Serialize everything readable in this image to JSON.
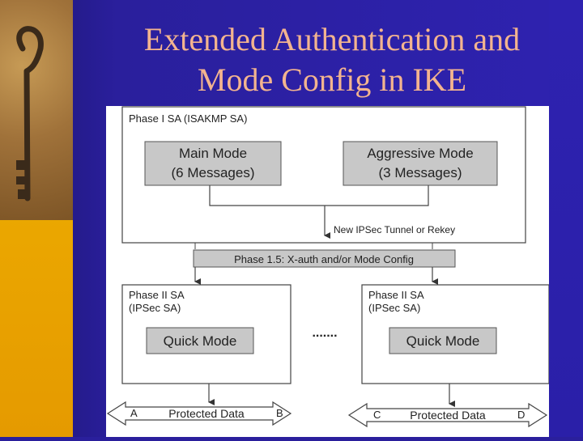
{
  "slide": {
    "title_line1": "Extended Authentication and",
    "title_line2": "Mode Config in IKE"
  },
  "diagram": {
    "phase1_label": "Phase I SA (ISAKMP SA)",
    "main_mode_line1": "Main Mode",
    "main_mode_line2": "(6 Messages)",
    "aggressive_mode_line1": "Aggressive Mode",
    "aggressive_mode_line2": "(3 Messages)",
    "tunnel_label": "New IPSec Tunnel or Rekey",
    "phase15_label": "Phase 1.5: X-auth and/or Mode Config",
    "phase2_left_line1": "Phase II SA",
    "phase2_left_line2": "(IPSec SA)",
    "phase2_right_line1": "Phase II SA",
    "phase2_right_line2": "(IPSec SA)",
    "quick_mode_left": "Quick Mode",
    "quick_mode_right": "Quick Mode",
    "ellipsis": ".......",
    "protected_left": "Protected Data",
    "protected_right": "Protected Data",
    "endpoint_a": "A",
    "endpoint_b": "B",
    "endpoint_c": "C",
    "endpoint_d": "D"
  },
  "colors": {
    "background": "#2a1f9c",
    "title": "#f3b48f",
    "box_fill": "#c8c8c8",
    "stroke": "#444444"
  }
}
